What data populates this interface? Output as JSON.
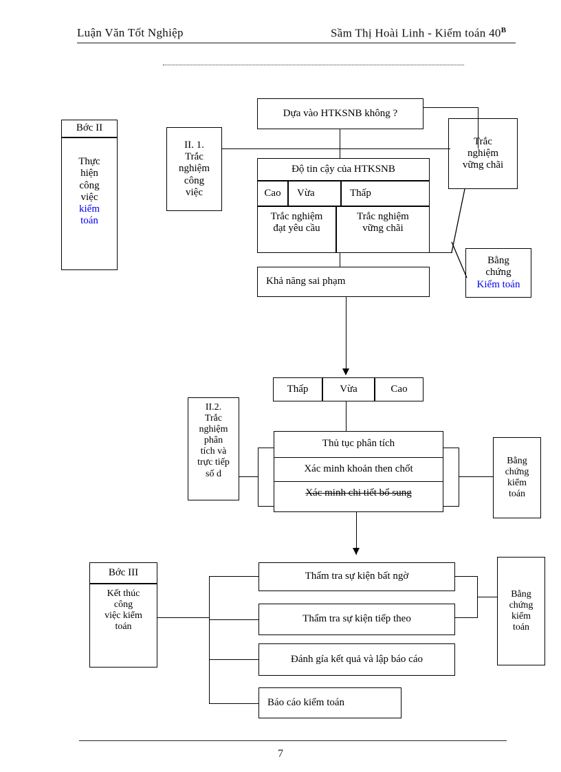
{
  "header": {
    "left_text": "Luận Văn Tốt Nghiệp",
    "right_text": "Sầm Thị Hoài Linh - Kiểm toán 40",
    "right_sup": "B"
  },
  "footer": {
    "page_number": "7"
  },
  "colors": {
    "ink": "#000000",
    "highlight": "#0000EE"
  },
  "diagram": {
    "title": "Quy trinh thuc hien va ket thuc cong viec kiem toan",
    "step2": {
      "label_title": "Bớc   II",
      "label_body_black": "Thực\nhiện\ncông\nviệc",
      "label_body_blue": "kiểm\ntoán"
    },
    "stage_ii1": {
      "label": "II. 1.\nTrắc\nnghiệm\ncông\nviệc"
    },
    "decision": {
      "text": "Dựa vào HTKSNB không  ?"
    },
    "robust_test_top": {
      "text": "Trắc\nnghiệm\nvững chãi"
    },
    "reliability_table": {
      "header": "Độ tin cậy của HTKSNB",
      "levels": [
        "Cao",
        "Vừa",
        "Thấp"
      ],
      "actions": [
        "Trắc nghiệm\nđạt yêu cầu",
        "Trắc nghiệm\nvững chãi"
      ]
    },
    "evidence_top": {
      "line1": "Bằng",
      "line2": "chứng",
      "line3_blue": "Kiểm toán"
    },
    "risk_box": {
      "text": "Khả năng sai phạm"
    },
    "risk_levels": [
      "Thấp",
      "Vừa",
      "Cao"
    ],
    "stage_ii2": {
      "label": "II.2.\nTrắc\nnghiệm\nphân\ntích và\ntrực tiếp\nsố d"
    },
    "procedures": [
      "Thủ tục phân tích",
      "Xác minh khoản then chốt",
      "Xác minh chi tiết bổ sung"
    ],
    "procedures_strikethrough_index": 2,
    "evidence_mid": {
      "text": "Bằng\nchứng\nkiểm\ntoán"
    },
    "step3": {
      "label_title": "Bớc   III",
      "label_body": "Kết thúc\ncông\nviệc kiểm\ntoán"
    },
    "closing_tasks": [
      "Thẩm tra sự kiện bất ngờ",
      "Thẩm tra sự kiện tiếp theo",
      "Đánh gía kết quả và lập báo cáo",
      "Báo cáo kiểm toán"
    ],
    "evidence_bottom": {
      "text": "Bằng\nchứng\nkiểm\ntoán"
    }
  }
}
